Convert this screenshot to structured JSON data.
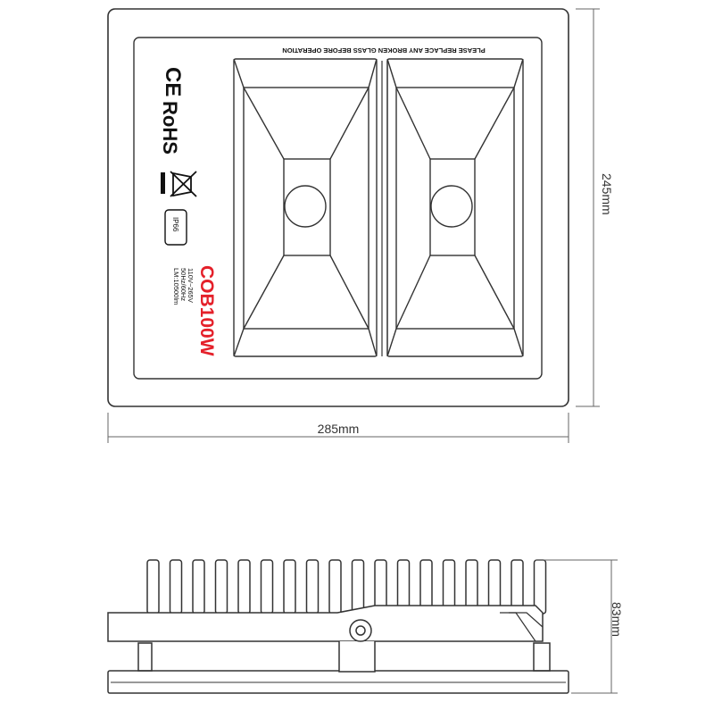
{
  "front_view": {
    "warning_text": "PLEASE REPLACE ANY BROKEN GLASS BEFORE OPERATION",
    "marks": {
      "ce": "CE",
      "rohs": "RoHS",
      "ip_rating": "IP66"
    },
    "model": "COB100W",
    "specs": [
      "110V~265V",
      "50Hz/60Hz",
      "LM:10500lm"
    ]
  },
  "dimensions": {
    "height": "245mm",
    "width": "285mm",
    "depth": "83mm"
  },
  "colors": {
    "line": "#333333",
    "model_text": "#e4202a",
    "dimension_line": "#666666"
  }
}
